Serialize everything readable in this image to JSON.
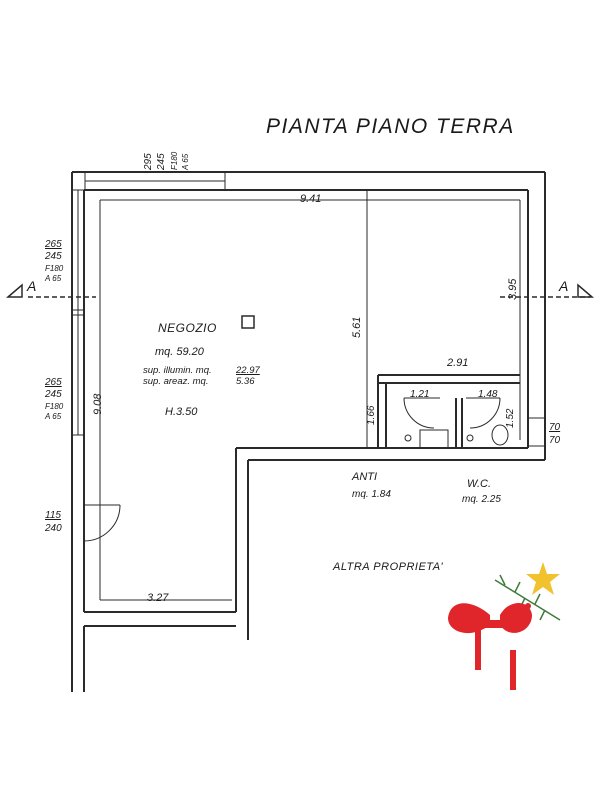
{
  "title": "PIANTA PIANO TERRA",
  "section_label": "A",
  "rooms": {
    "negozio": {
      "name": "NEGOZIO",
      "area": "mq. 59.20",
      "illum_label": "sup. illumin. mq.",
      "illum_value": "22.97",
      "areaz_label": "sup. areaz. mq.",
      "areaz_value": "5.36",
      "height": "H.3.50"
    },
    "anti": {
      "name": "ANTI",
      "area": "mq. 1.84"
    },
    "wc": {
      "name": "W.C.",
      "area": "mq. 2.25"
    }
  },
  "altra_proprieta": "ALTRA PROPRIETA'",
  "dimensions": {
    "top_width": "9.41",
    "left_height": "9.08",
    "bottom_width": "3.27",
    "mid_height": "5.61",
    "right_height": "3.95",
    "service_width": "2.91",
    "anti_width": "1.21",
    "wc_width": "1.48",
    "service_height": "1.66",
    "wc_height": "1.52"
  },
  "windows": {
    "top": [
      "295",
      "245",
      "F180",
      "A 65"
    ],
    "left_upper": [
      "265",
      "245",
      "F180",
      "A 65"
    ],
    "left_lower": [
      "265",
      "245",
      "F180",
      "A 65"
    ],
    "door": [
      "115",
      "240"
    ],
    "right": [
      "70",
      "70"
    ]
  },
  "colors": {
    "wall": "#2a2a2a",
    "ribbon": "#e0262b",
    "star": "#f2c12e",
    "pine": "#3f7a3a"
  }
}
